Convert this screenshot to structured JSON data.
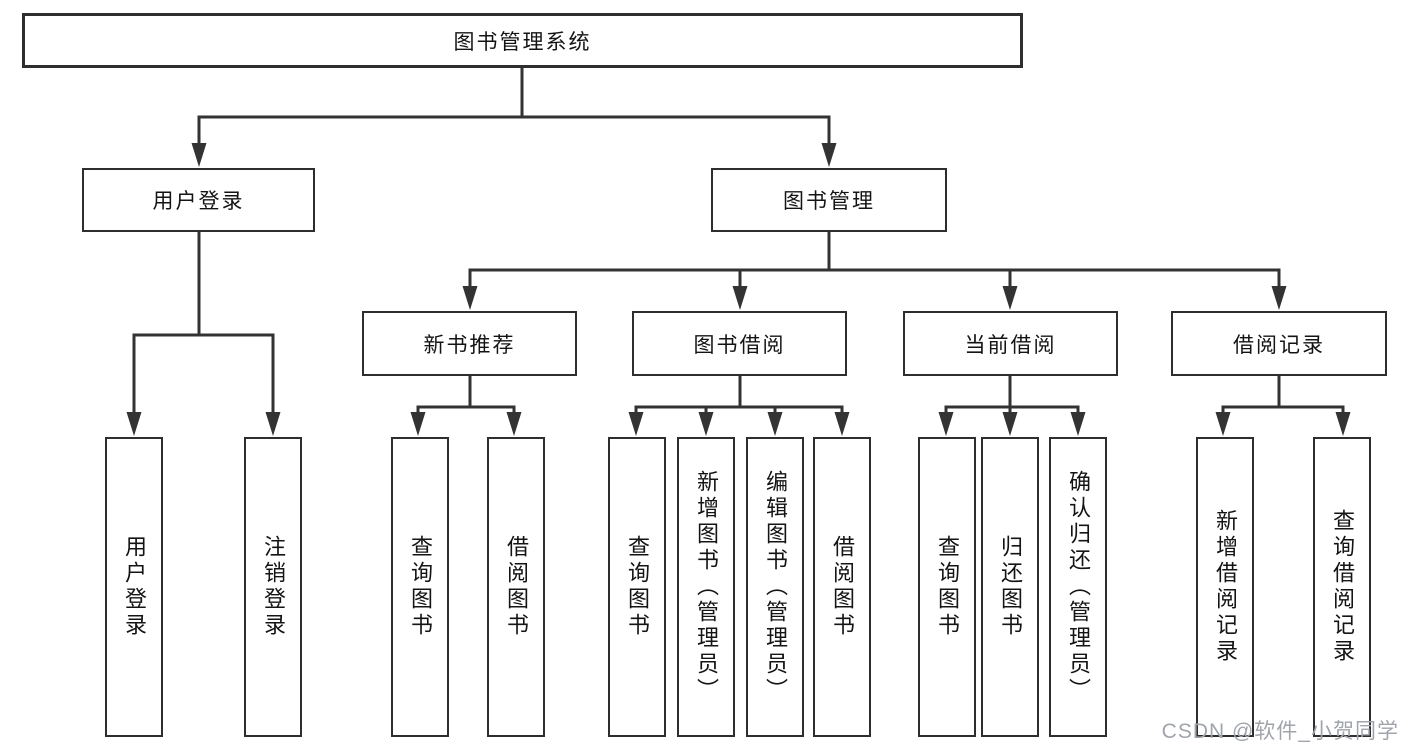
{
  "diagram": {
    "type": "hierarchy-tree",
    "background": "#ffffff",
    "line_color": "#333333",
    "box_border_color": "#2e2e2e",
    "text_color": "#141414",
    "watermark_color": "#a0a4ab",
    "nodes": {
      "root": {
        "label": "图书管理系统"
      },
      "user_login": {
        "label": "用户登录"
      },
      "book_mgmt": {
        "label": "图书管理"
      },
      "new_book_rec": {
        "label": "新书推荐"
      },
      "book_borrow": {
        "label": "图书借阅"
      },
      "current_borrow": {
        "label": "当前借阅"
      },
      "borrow_records": {
        "label": "借阅记录"
      },
      "leaf_user_login": {
        "label": "用户登录"
      },
      "leaf_logout": {
        "label": "注销登录"
      },
      "leaf_nb_query": {
        "label": "查询图书"
      },
      "leaf_nb_borrow": {
        "label": "借阅图书"
      },
      "leaf_bb_query": {
        "label": "查询图书"
      },
      "leaf_bb_add": {
        "label": "新增图书（管理员）"
      },
      "leaf_bb_edit": {
        "label": "编辑图书（管理员）"
      },
      "leaf_bb_borrow": {
        "label": "借阅图书"
      },
      "leaf_cb_query": {
        "label": "查询图书"
      },
      "leaf_cb_return": {
        "label": "归还图书"
      },
      "leaf_cb_confirm": {
        "label": "确认归还（管理员）"
      },
      "leaf_br_add": {
        "label": "新增借阅记录"
      },
      "leaf_br_query": {
        "label": "查询借阅记录"
      }
    },
    "watermark": {
      "text": "CSDN @软件_小贺同学"
    }
  }
}
